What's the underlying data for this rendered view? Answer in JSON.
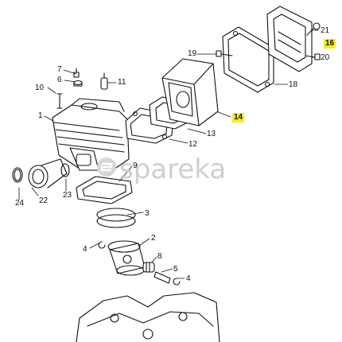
{
  "watermark": "spareka",
  "highlight_color": "#f7ee1a",
  "callouts": {
    "n1": "1",
    "n2": "2",
    "n3": "3",
    "n4a": "4",
    "n4b": "4",
    "n5": "5",
    "n6": "6",
    "n7": "7",
    "n8": "8",
    "n9": "9",
    "n10": "10",
    "n11": "11",
    "n12": "12",
    "n13": "13",
    "n14": "14",
    "n16": "16",
    "n18": "18",
    "n19": "19",
    "n20": "20",
    "n21": "21",
    "n22": "22",
    "n23": "23",
    "n24": "24"
  }
}
